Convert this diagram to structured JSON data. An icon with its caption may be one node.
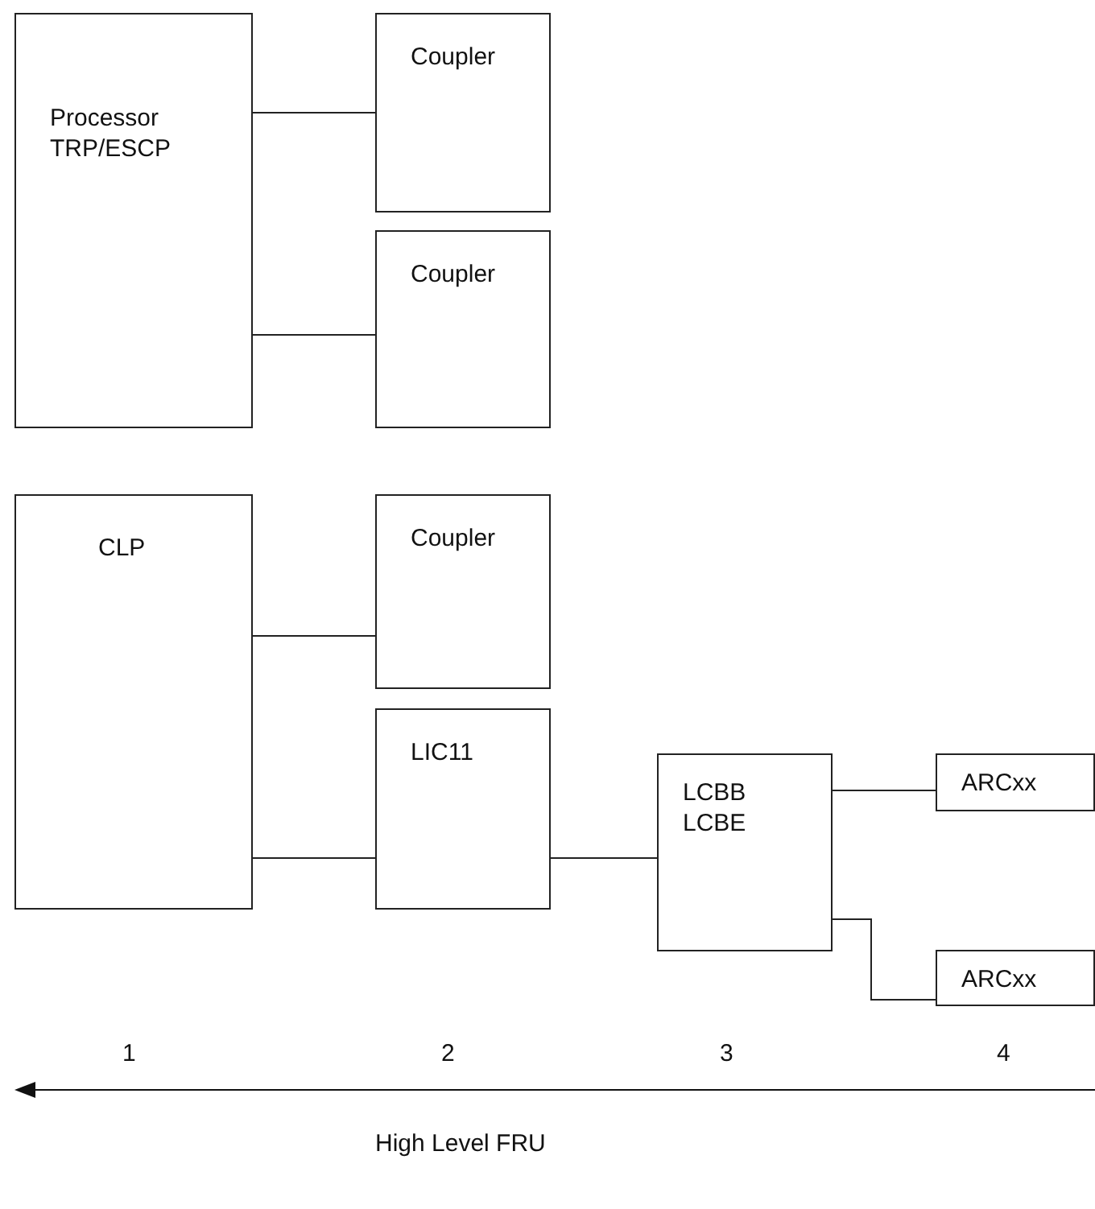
{
  "diagram": {
    "nodes": [
      {
        "text": [
          "Processor TRP/ESCP"
        ]
      },
      {
        "text": [
          "Coupler"
        ]
      },
      {
        "text": [
          "Coupler"
        ]
      },
      {
        "text": [
          "CLP"
        ]
      },
      {
        "text": [
          "Coupler"
        ]
      },
      {
        "text": [
          "LIC11"
        ]
      },
      {
        "text": [
          "LCBB LCBE"
        ]
      },
      {
        "text": [
          "ARCxx"
        ]
      },
      {
        "text": [
          "ARCxx"
        ]
      }
    ],
    "edges": [
      {
        "from": 0,
        "to": 1,
        "arrow": "none"
      },
      {
        "from": 0,
        "to": 2,
        "arrow": "none"
      },
      {
        "from": 3,
        "to": 4,
        "arrow": "none"
      },
      {
        "from": 3,
        "to": 5,
        "arrow": "none"
      },
      {
        "from": 5,
        "to": 6,
        "arrow": "none"
      },
      {
        "from": 6,
        "to": 7,
        "arrow": "none"
      },
      {
        "from": 6,
        "to": 8,
        "arrow": "none"
      }
    ],
    "labels": [
      "1",
      "2",
      "3",
      "4",
      "High Level FRU"
    ]
  }
}
